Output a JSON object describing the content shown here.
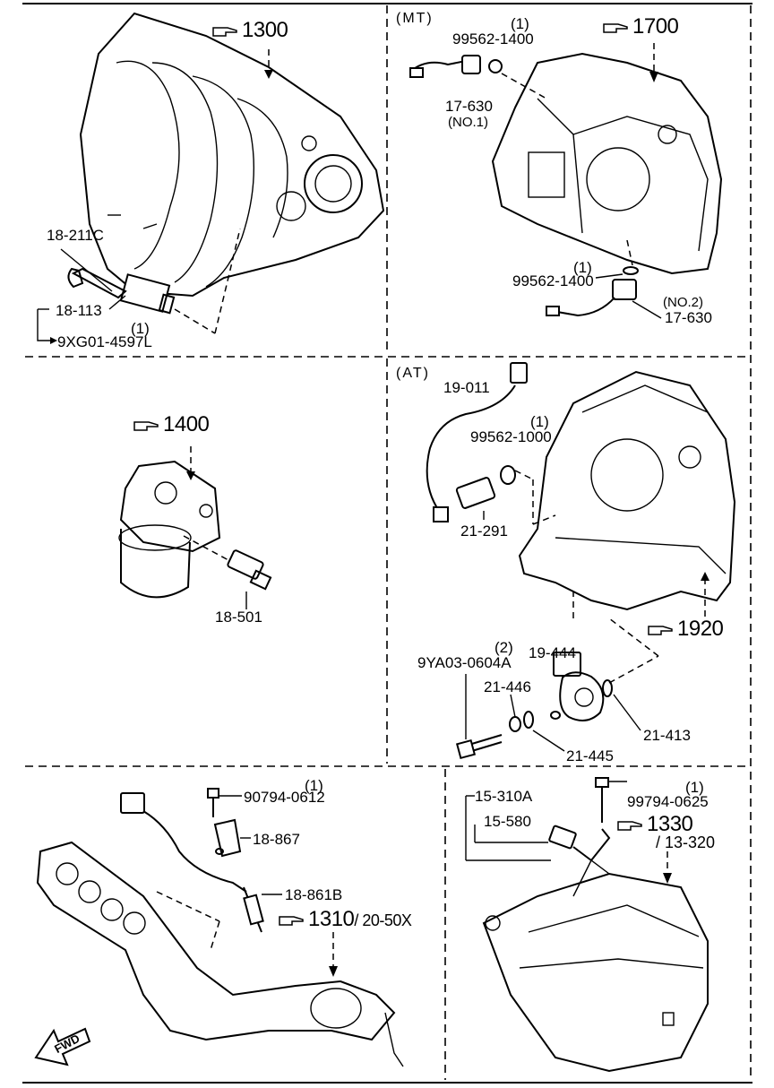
{
  "sections": {
    "mt": "(MT)",
    "at": "(AT)"
  },
  "refs": {
    "r1300": "1300",
    "r1700": "1700",
    "r1400": "1400",
    "r1920": "1920",
    "r1310": "1310",
    "r1310b": "/ 20-50X",
    "r1330": "1330",
    "r1330b": "/ 13-320"
  },
  "labels": {
    "l18_211c": "18-211C",
    "l18_113": "18-113",
    "l1a": "(1)",
    "l9xg": "9XG01-4597L",
    "l1b": "(1)",
    "l99562_1400a": "99562-1400",
    "l17_630a": "17-630",
    "lno1": "(NO.1)",
    "l1c": "(1)",
    "l99562_1400b": "99562-1400",
    "lno2": "(NO.2)",
    "l17_630b": "17-630",
    "l18_501": "18-501",
    "l19_011": "19-011",
    "l1d": "(1)",
    "l99562_1000": "99562-1000",
    "l21_291": "21-291",
    "l19_444": "19-444",
    "l2": "(2)",
    "l9ya03": "9YA03-0604A",
    "l21_446": "21-446",
    "l21_413": "21-413",
    "l21_445": "21-445",
    "l1e": "(1)",
    "l90794": "90794-0612",
    "l18_867": "18-867",
    "l18_861b": "18-861B",
    "l15_310a": "15-310A",
    "l15_580": "15-580",
    "l1f": "(1)",
    "l99794": "99794-0625",
    "fwd": "FWD"
  },
  "icons": {
    "reference": "pointing-hand-icon",
    "direction": "fwd-arrow-icon"
  }
}
